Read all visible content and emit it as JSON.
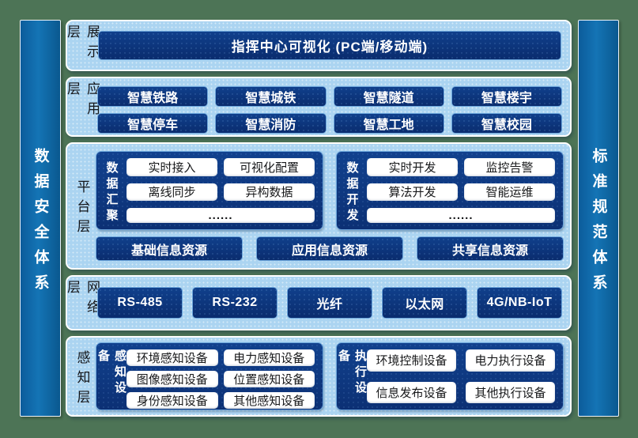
{
  "colors": {
    "frame_green": "#4d7456",
    "panel_blue": "#abd4f1",
    "box_navy_top": "#10408c",
    "box_navy_bottom": "#0a2c6e",
    "box_border": "#6ca6dc",
    "sidebar_blue": "#1070b0",
    "pill_text": "#17181a",
    "label_text": "#14161a"
  },
  "sidebar_left": {
    "label": "数据安全体系"
  },
  "sidebar_right": {
    "label": "标准规范体系"
  },
  "display_layer": {
    "label": "展示层",
    "title": "指挥中心可视化 (PC端/移动端)"
  },
  "app_layer": {
    "label": "应用层",
    "items": [
      "智慧铁路",
      "智慧城铁",
      "智慧隧道",
      "智慧楼宇",
      "智慧停车",
      "智慧消防",
      "智慧工地",
      "智慧校园"
    ]
  },
  "platform_layer": {
    "label": "平台层",
    "data_agg": {
      "title": "数据汇聚",
      "items": [
        "实时接入",
        "可视化配置",
        "离线同步",
        "异构数据"
      ],
      "more": "......"
    },
    "data_dev": {
      "title": "数据开发",
      "items": [
        "实时开发",
        "监控告警",
        "算法开发",
        "智能运维"
      ],
      "more": "......"
    },
    "resources": [
      "基础信息资源",
      "应用信息资源",
      "共享信息资源"
    ]
  },
  "network_layer": {
    "label": "网络层",
    "items": [
      "RS-485",
      "RS-232",
      "光纤",
      "以太网",
      "4G/NB-IoT"
    ]
  },
  "perception_layer": {
    "label": "感知层",
    "sensing": {
      "title": "感知设备",
      "items": [
        "环境感知设备",
        "电力感知设备",
        "图像感知设备",
        "位置感知设备",
        "身份感知设备",
        "其他感知设备"
      ]
    },
    "actuation": {
      "title": "执行设备",
      "items": [
        "环境控制设备",
        "电力执行设备",
        "信息发布设备",
        "其他执行设备"
      ]
    }
  }
}
